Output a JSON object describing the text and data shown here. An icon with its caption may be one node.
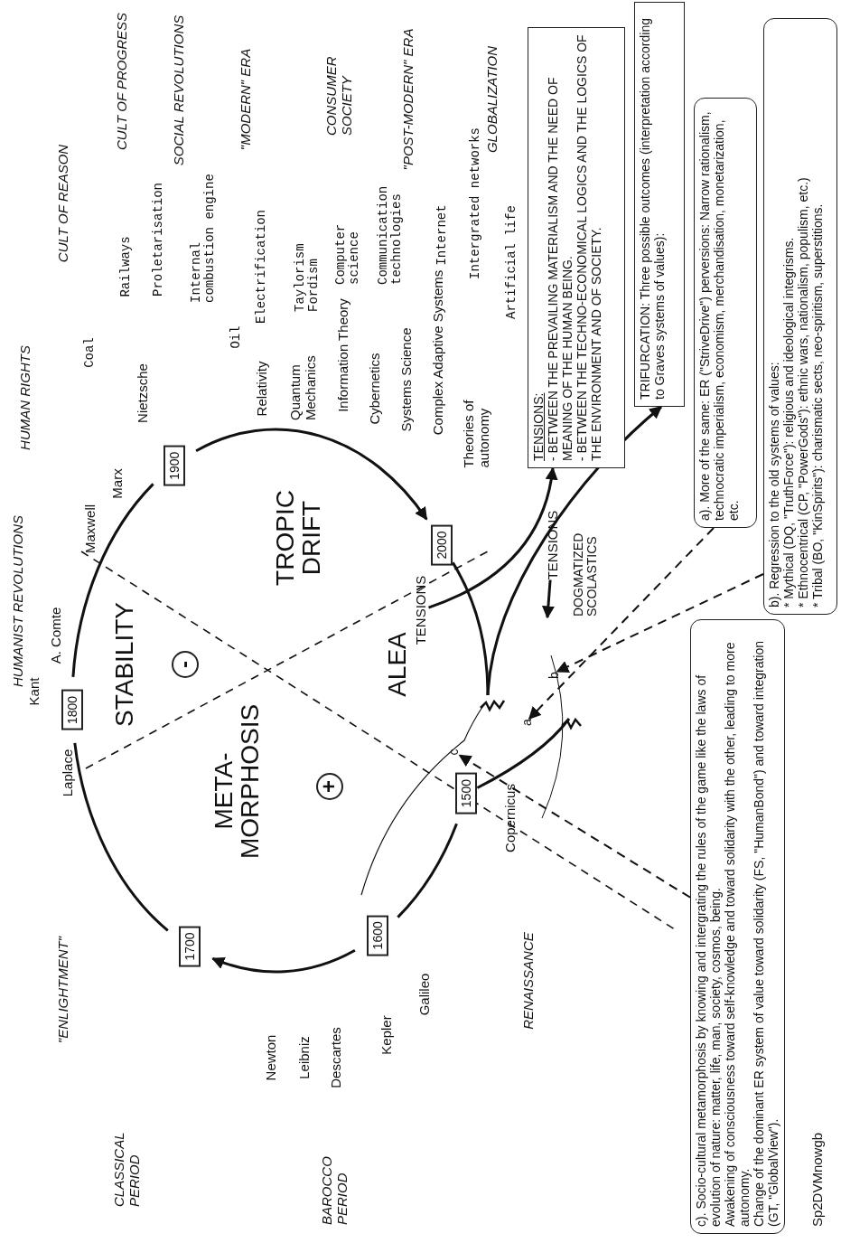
{
  "diagram": {
    "nodes": [
      {
        "text": [
          "TENSIONS:",
          "- BETWEEN THE PREVAILING MATERIALISM AND THE NEED OF MEANING OF THE HUMAN BEING.",
          "- BETWEEN THE TECHNO-ECONOMICAL LOGICS AND THE LOGICS OF THE ENVIRONMENT AND OF SOCIETY."
        ]
      },
      {
        "text": [
          "TRIFURCATION: Three possible outcomes (interpretation according to Graves systems of values):"
        ]
      },
      {
        "text": [
          "a). More of the same: ER (\"StriveDrive\") perversions: Narrow rationalism, technocratic imperialism, economism, merchandisation, monetarization, etc."
        ]
      },
      {
        "text": [
          "b). Regression to the old systems of values:",
          "* Mythical (DQ, \"TruthForce\"): religious and ideological integrisms.",
          "* Ethnocentrical (CP, \"PowerGods\"): ethnic wars, nationalism, populism, etc.)",
          "* Tribal (BO, \"KinSpirits\"): charismatic sects, neo-spiritism, superstitions."
        ]
      },
      {
        "text": [
          "c). Socio-cultural metamorphosis by knowing and intergrating the rules of the game like the laws of evolution of nature: matter, life, man, society, cosmos, being.",
          "Awakening of consciousness toward self-knowledge and toward solidarity with the other, leading to more autonomy.",
          "Change of the dominant ER system of value toward solidarity (FS, \"HumanBond\") and toward integration (GT, \"GlobalView\")."
        ]
      },
      {
        "text": [
          "1500"
        ]
      },
      {
        "text": [
          "1600"
        ]
      },
      {
        "text": [
          "1700"
        ]
      },
      {
        "text": [
          "1800"
        ]
      },
      {
        "text": [
          "1900"
        ]
      },
      {
        "text": [
          "2000"
        ]
      },
      {
        "text": [
          "TENSIONS"
        ]
      },
      {
        "text": [
          "TENSIONS"
        ]
      },
      {
        "text": [
          "a"
        ]
      },
      {
        "text": [
          "b"
        ]
      },
      {
        "text": [
          "c"
        ]
      },
      {
        "text": [
          "-"
        ]
      },
      {
        "text": [
          "+"
        ]
      }
    ],
    "edges": [
      {
        "from": 5,
        "to": 6,
        "arrow": "none"
      },
      {
        "from": 6,
        "to": 7,
        "arrow": "to"
      },
      {
        "from": 7,
        "to": 8,
        "arrow": "none"
      },
      {
        "from": 8,
        "to": 9,
        "arrow": "none"
      },
      {
        "from": 9,
        "to": 10,
        "arrow": "to"
      },
      {
        "from": 2,
        "to": 13,
        "arrow": "to",
        "style": "dashed"
      },
      {
        "from": 3,
        "to": 14,
        "arrow": "to",
        "style": "dashed"
      },
      {
        "from": 4,
        "to": 15,
        "arrow": "to",
        "style": "dashed"
      },
      {
        "from": 11,
        "to": 0,
        "arrow": "to"
      },
      {
        "from": 12,
        "to": null,
        "arrow": "to"
      },
      {
        "from": null,
        "to": 1,
        "arrow": "to"
      },
      {
        "from": 5,
        "to": null,
        "arrow": "none"
      },
      {
        "from": 10,
        "to": null,
        "arrow": "none"
      }
    ],
    "labels": [
      "\"ENLIGHTMENT\"",
      "HUMANIST REVOLUTIONS",
      "HUMAN RIGHTS",
      "CULT OF REASON",
      "CULT OF PROGRESS",
      "SOCIAL REVOLUTIONS",
      "\"MODERN\" ERA",
      "CONSUMER SOCIETY",
      "\"POST-MODERN\" ERA",
      "GLOBALIZATION",
      "CLASSICAL PERIOD",
      "BAROCCO PERIOD",
      "RENAISSANCE",
      "Newton",
      "Leibniz",
      "Descartes",
      "Kepler",
      "Galileo",
      "Copernicus",
      "Laplace",
      "Kant",
      "A. Comte",
      "Maxwell",
      "Marx",
      "Coal",
      "Nietzsche",
      "Railways",
      "Proletarisation",
      "Internal combustion engine",
      "Oil",
      "Electrification",
      "Relativity",
      "Quantum Mechanics",
      "Taylorism Fordism",
      "Information Theory",
      "Computer science",
      "Cybernetics",
      "Communication technologies",
      "Systems Science",
      "Complex Adaptive Systems",
      "Internet",
      "Theories of autonomy",
      "Intergrated networks",
      "Artificial life",
      "STABILITY",
      "META- MORPHOSIS",
      "TROPIC DRIFT",
      "ALEA",
      "DOGMATIZED SCOLASTICS",
      "Sp2DVMnowgb"
    ]
  }
}
